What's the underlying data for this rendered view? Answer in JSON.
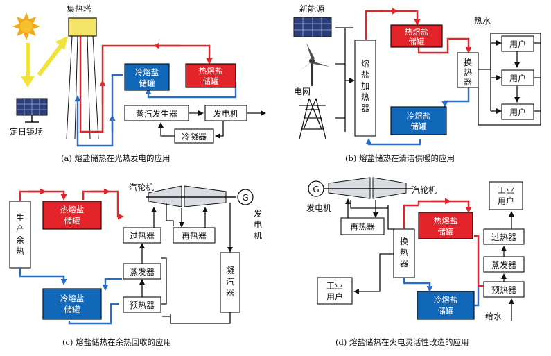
{
  "colors": {
    "hot_salt": "#e3252b",
    "cold_salt": "#1268b8",
    "hot_line": "#e0262b",
    "cold_line": "#2b6cc4",
    "sun": "#f2a81d",
    "sun_ray": "#f0e33a",
    "collector": "#f5e46a",
    "panel": "#2d3f7a"
  },
  "icons": [
    "sun-icon",
    "heliostat-icon",
    "solar-panel-icon",
    "wind-turbine-icon",
    "power-tower-icon",
    "turbine-icon",
    "generator-icon"
  ],
  "panel_a": {
    "tower": "集热塔",
    "heliostat": "定日镜场",
    "cold_tank": [
      "冷熔盐",
      "储罐"
    ],
    "hot_tank": [
      "热熔盐",
      "储罐"
    ],
    "steam_gen": "蒸汽发生器",
    "generator": "发电机",
    "condenser": "冷凝器",
    "caption": "(a) 熔盐储热在光热发电的应用"
  },
  "panel_b": {
    "new_energy": "新能源",
    "grid": "电网",
    "heater": [
      "熔",
      "盐",
      "加",
      "热",
      "器"
    ],
    "hot_tank": [
      "热熔盐",
      "储罐"
    ],
    "cold_tank": [
      "冷熔盐",
      "储罐"
    ],
    "hx": [
      "换",
      "热",
      "器"
    ],
    "hot_water": "热水",
    "users": [
      "用户",
      "用户",
      "用户"
    ],
    "caption": "(b) 熔盐储热在清洁供暖的应用"
  },
  "panel_c": {
    "waste_heat": [
      "生",
      "产",
      "余",
      "热"
    ],
    "hot_tank": [
      "热熔盐",
      "储罐"
    ],
    "cold_tank": [
      "冷熔盐",
      "储罐"
    ],
    "turbine": "汽轮机",
    "gen_symbol": "G",
    "generator": [
      "发",
      "电",
      "机"
    ],
    "superheater": "过热器",
    "reheater": "再热器",
    "evaporator": "蒸发器",
    "preheater": "预热器",
    "condenser": [
      "凝",
      "汽",
      "器"
    ],
    "caption": "(c) 熔盐储热在余热回收的应用"
  },
  "panel_d": {
    "gen_symbol": "G",
    "generator": "发电机",
    "turbine": "汽轮机",
    "reheater": "再热器",
    "hx": [
      "换",
      "热",
      "器"
    ],
    "hot_tank": [
      "热熔盐",
      "储罐"
    ],
    "cold_tank": [
      "冷熔盐",
      "储罐"
    ],
    "industrial_user_top": [
      "工业",
      "用户"
    ],
    "industrial_user_left": [
      "工业",
      "用户"
    ],
    "superheater": "过热器",
    "evaporator": "蒸发器",
    "preheater": "预热器",
    "feed_water": "给水",
    "caption": "(d) 熔盐储热在火电灵活性改造的应用"
  }
}
